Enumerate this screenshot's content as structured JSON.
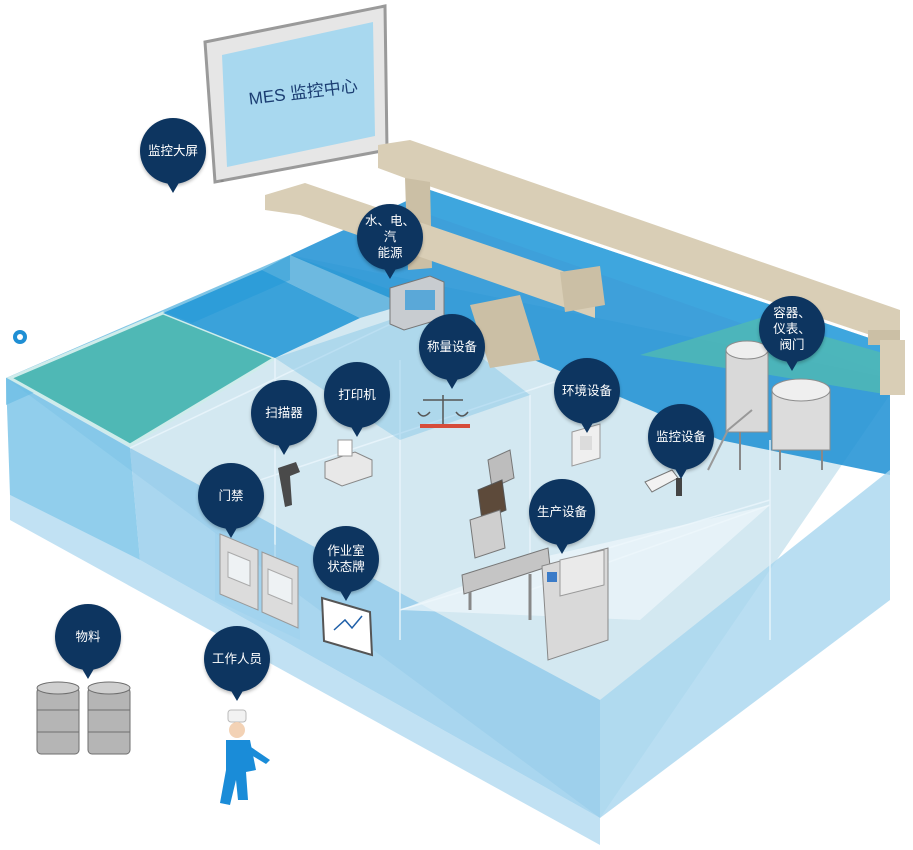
{
  "screen": {
    "title": "MES 监控中心"
  },
  "labels": {
    "monitor_screen": "监控大屏",
    "energy": "水、电、汽\n能源",
    "weighing": "称量设备",
    "printer": "打印机",
    "scanner": "扫描器",
    "environment": "环境设备",
    "surveillance": "监控设备",
    "containers": "容器、\n仪表、\n阀门",
    "access": "门禁",
    "status_board": "作业室\n状态牌",
    "production": "生产设备",
    "materials": "物料",
    "worker": "工作人员"
  },
  "colors": {
    "pin": "#0d3560",
    "wall_light": "#9cd4ee",
    "wall_dark": "#2a9ad6",
    "floor": "#d2e8f2",
    "teal": "#4fb8b5",
    "duct": "#d7ccb4",
    "screen": "#a8d8ef"
  }
}
